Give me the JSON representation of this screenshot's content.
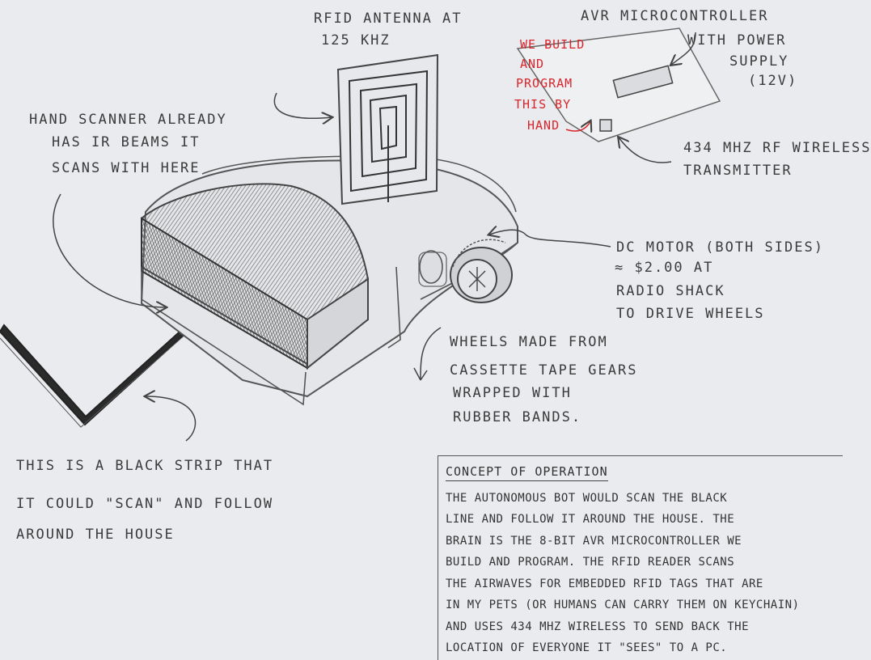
{
  "labels": {
    "antenna": [
      "RFID ANTENNA AT",
      "125 KHz"
    ],
    "avr": [
      "AVR MICROCONTROLLER",
      "WITH POWER",
      "SUPPLY",
      "(12V)"
    ],
    "we_build": [
      "WE BUILD",
      "AND",
      "PROGRAM",
      "THIS BY",
      "HAND"
    ],
    "hand_scanner": [
      "HAND SCANNER ALREADY",
      "HAS IR BEAMS IT",
      "SCANS WITH HERE"
    ],
    "transmitter": [
      "434 MHz RF WIRELESS",
      "TRANSMITTER"
    ],
    "dc_motor": [
      "DC MOTOR (BOTH SIDES)",
      "≈ $2.00 AT",
      "RADIO SHACK",
      "TO DRIVE WHEELS"
    ],
    "wheels": [
      "WHEELS MADE FROM",
      "CASSETTE TAPE GEARS",
      "WRAPPED WITH",
      "RUBBER BANDS."
    ],
    "black_strip": [
      "THIS IS A BLACK STRIP THAT",
      "IT COULD \"SCAN\" AND FOLLOW",
      "AROUND THE HOUSE"
    ]
  },
  "concept": {
    "title": "CONCEPT OF OPERATION",
    "lines": [
      "THE AUTONOMOUS BOT WOULD SCAN THE BLACK",
      "LINE AND FOLLOW IT AROUND THE HOUSE. THE",
      "BRAIN IS THE 8-BIT AVR MICROCONTROLLER WE",
      "BUILD AND PROGRAM. THE RFID READER SCANS",
      "THE AIRWAVES FOR EMBEDDED RFID TAGS THAT ARE",
      "IN MY PETS (OR HUMANS CAN CARRY THEM ON KEYCHAIN)",
      "AND USES 434 MHz WIRELESS TO SEND BACK THE",
      "LOCATION OF EVERYONE IT \"SEES\" TO A PC."
    ]
  },
  "colors": {
    "pencil": "#4a4a4a",
    "red_ink": "#d8262c",
    "paper": "#e9ebee"
  }
}
